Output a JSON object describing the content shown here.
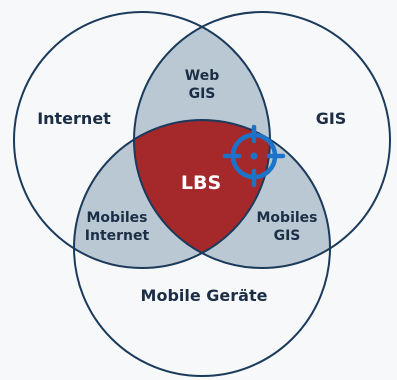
{
  "colors": {
    "background": "#f7f8f9",
    "outline": "#1b3a5c",
    "pairwise_fill": "#b9c8d2",
    "center_fill": "#a5282a",
    "target_icon": "#1d73c8",
    "text_dark": "#1b2e45",
    "text_center": "#ffffff"
  },
  "icon": "crosshair-target-icon",
  "labels": {
    "internet": "Internet",
    "gis": "GIS",
    "mobile_devices": "Mobile Geräte",
    "web_gis_line1": "Web",
    "web_gis_line2": "GIS",
    "mobile_internet_line1": "Mobiles",
    "mobile_internet_line2": "Internet",
    "mobile_gis_line1": "Mobiles",
    "mobile_gis_line2": "GIS",
    "center": "LBS"
  }
}
